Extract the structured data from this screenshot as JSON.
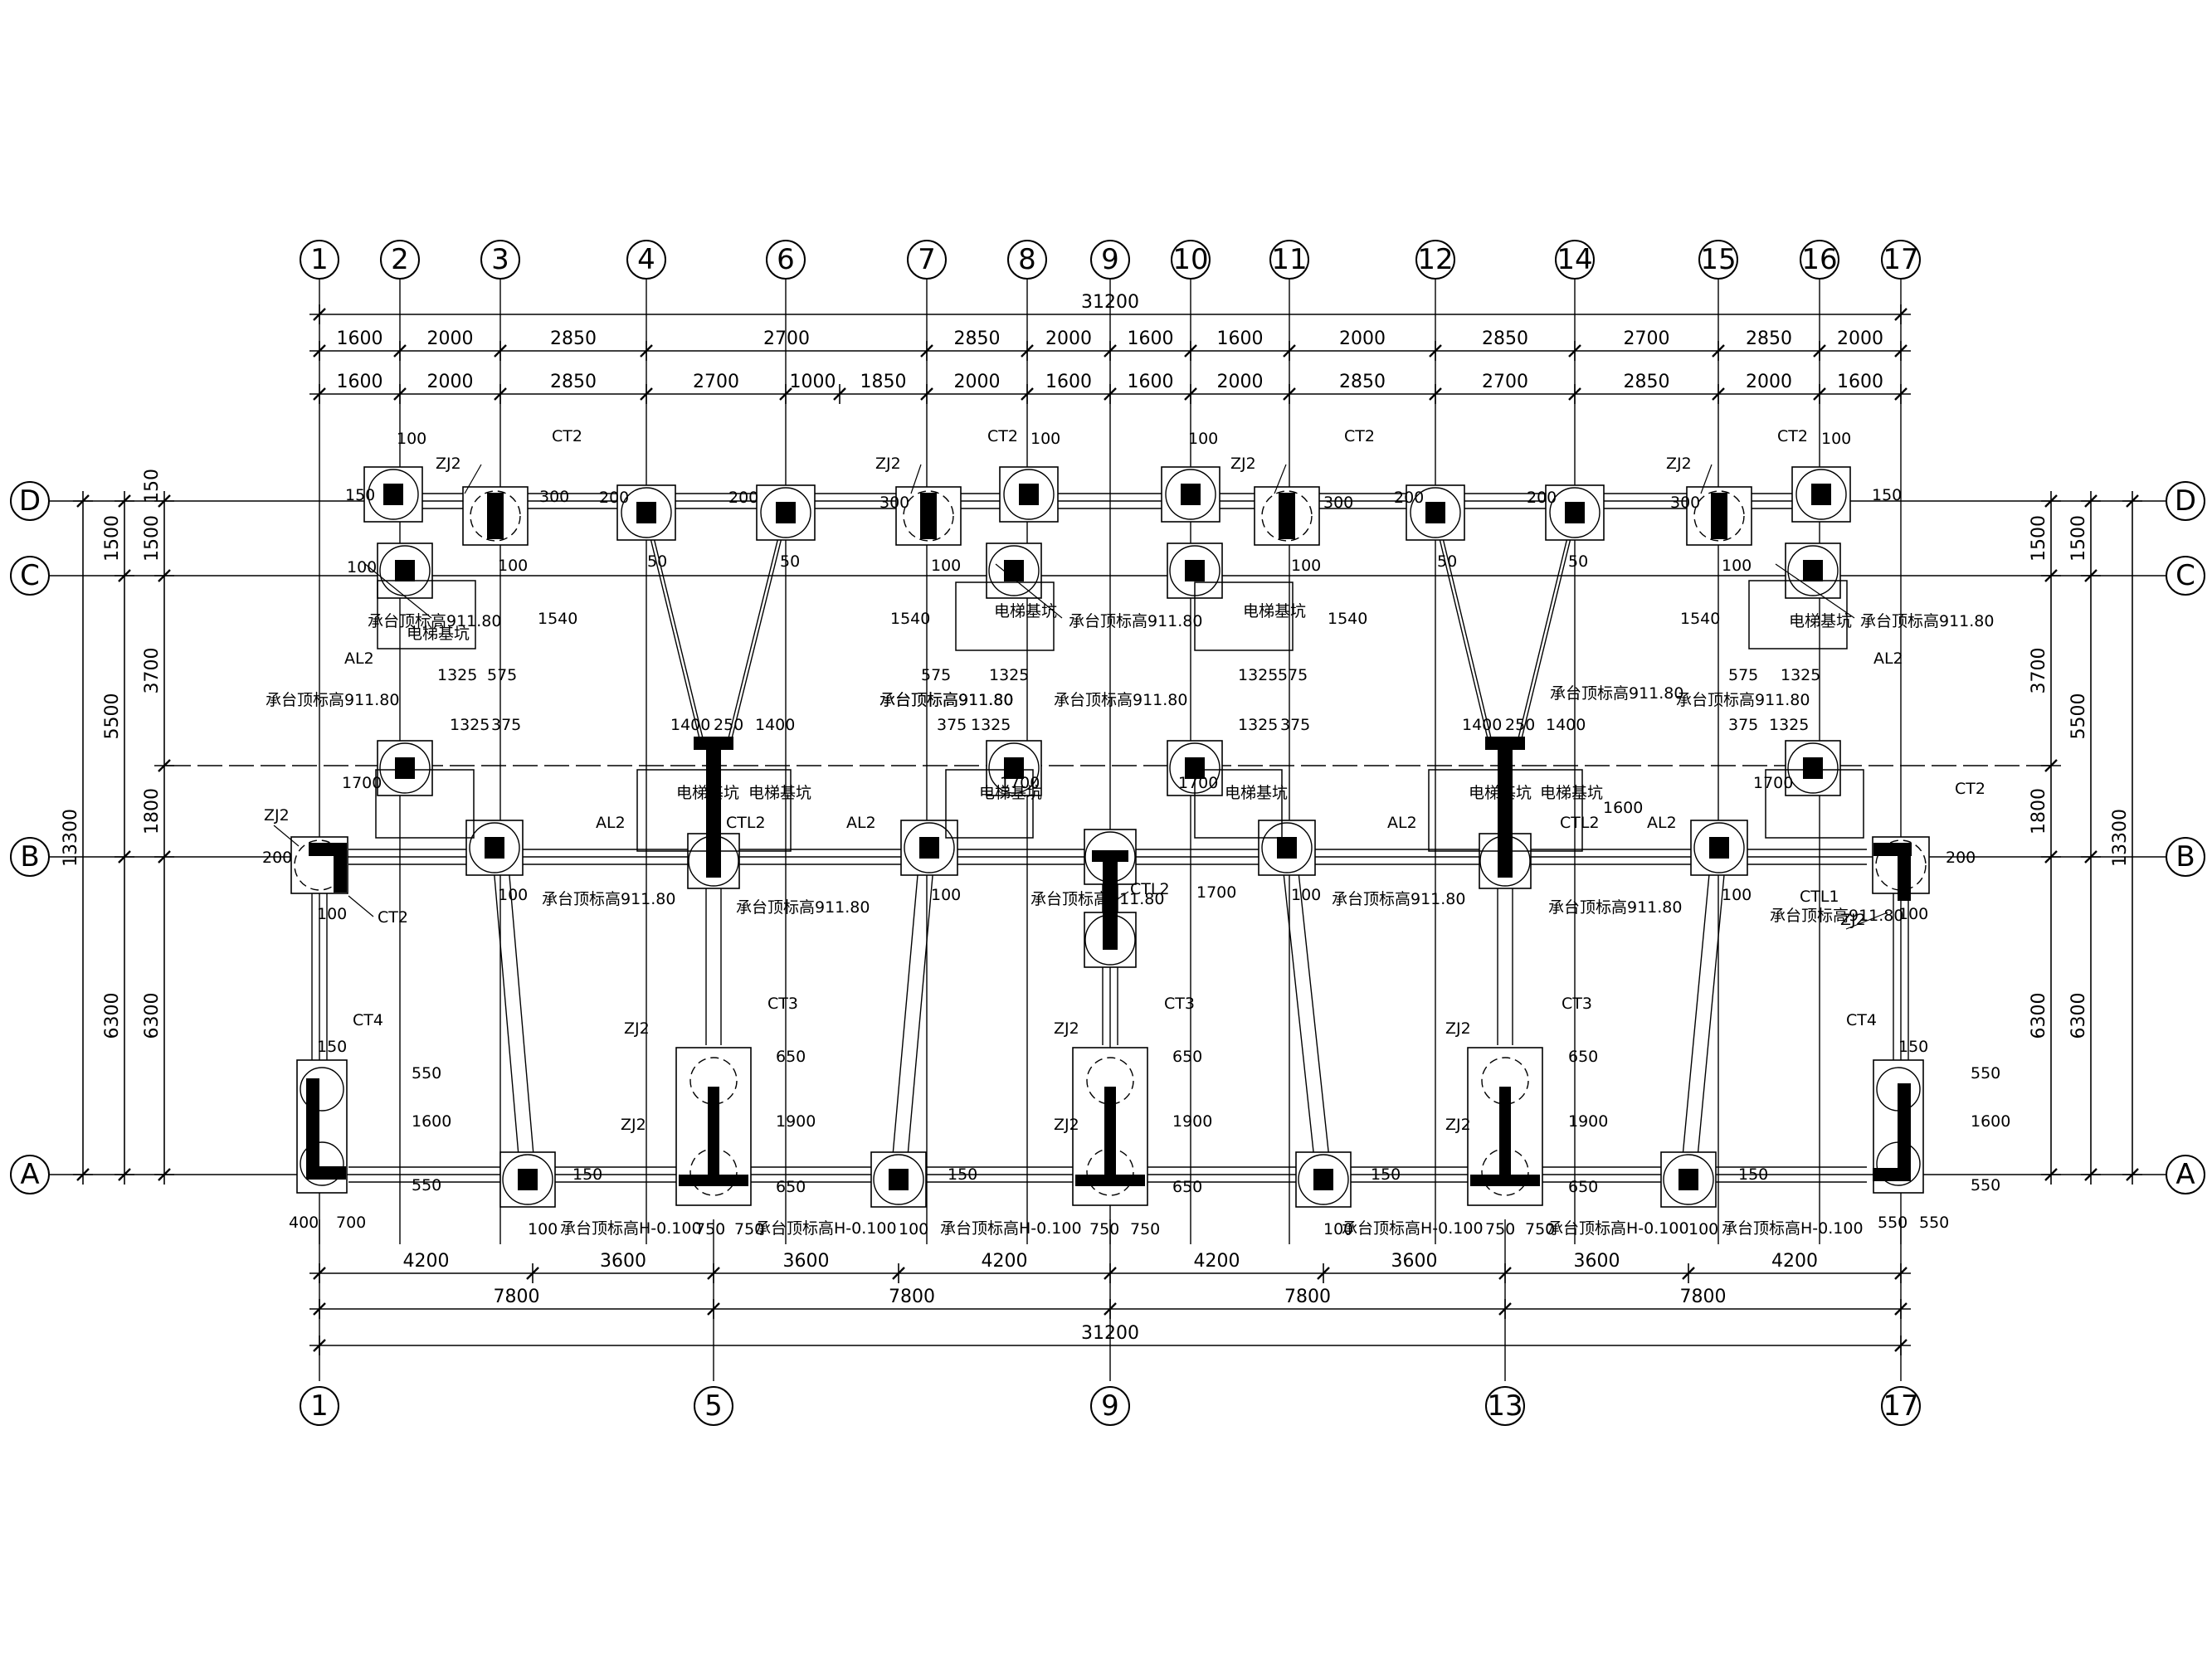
{
  "axes_top": [
    "1",
    "2",
    "3",
    "4",
    "6",
    "7",
    "8",
    "9",
    "10",
    "11",
    "12",
    "14",
    "15",
    "16",
    "17"
  ],
  "axes_bottom": [
    "1",
    "5",
    "9",
    "13",
    "17"
  ],
  "axes_rows": [
    "D",
    "C",
    "B",
    "A"
  ],
  "dims_top_total": "31200",
  "dims_top_row1": [
    "1600",
    "2000",
    "2850",
    "2700",
    "2850",
    "2000",
    "1600",
    "1600",
    "2000",
    "2850",
    "2700",
    "2850",
    "2000",
    "1600"
  ],
  "dims_top_row2": [
    "1600",
    "2000",
    "2850",
    "2700",
    "1000",
    "1850",
    "2000",
    "1600",
    "1600",
    "2000",
    "2850",
    "2700",
    "2850",
    "2000",
    "1600"
  ],
  "dims_bottom_row1": [
    "4200",
    "3600",
    "3600",
    "4200",
    "4200",
    "3600",
    "3600",
    "4200"
  ],
  "dims_bottom_row2": [
    "7800",
    "7800",
    "7800",
    "7800"
  ],
  "dims_bottom_total": "31200",
  "dims_left_outer": [
    "13300"
  ],
  "dims_left_mid": [
    "1500",
    "5500",
    "6300"
  ],
  "dims_left_inner": [
    "1500",
    "3700",
    "1800",
    "6300"
  ],
  "dims_left_top_small": "150",
  "dims_right_outer": [
    "13300"
  ],
  "dims_right_mid": [
    "1500",
    "5500",
    "6300"
  ],
  "dims_right_inner": [
    "1500",
    "3700",
    "1800",
    "6300"
  ],
  "labels": {
    "cap_elev": "承台顶标高911.80",
    "cap_elev_low": "承台顶标高H-0.100",
    "pit": "电梯基坑",
    "zj2": "ZJ2",
    "ct1": "CTL1",
    "ct2": "CT2",
    "ct3": "CT3",
    "ct4": "CT4",
    "ctl2": "CTL2",
    "al2": "AL2"
  },
  "small_dims": {
    "d100": "100",
    "d150": "150",
    "d200": "200",
    "d300": "300",
    "d50": "50",
    "d1540": "1540",
    "d1325": "1325",
    "d575": "575",
    "d375": "375",
    "d1400": "1400",
    "d250": "250",
    "d1700": "1700",
    "d1600": "1600",
    "d650": "650",
    "d1900": "1900",
    "d550": "550",
    "d750": "750",
    "d400": "400",
    "d700": "700"
  }
}
